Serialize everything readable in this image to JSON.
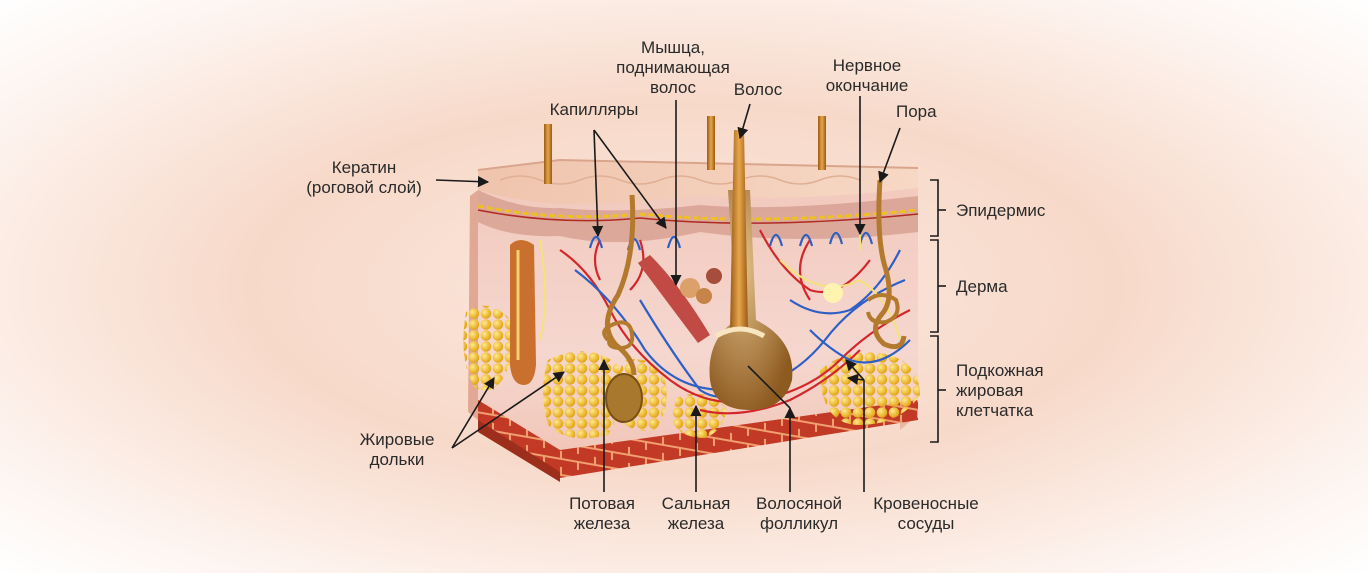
{
  "labels": {
    "keratin": [
      "Кератин",
      "(роговой слой)"
    ],
    "capillaries": [
      "Капилляры"
    ],
    "muscle": [
      "Мышца,",
      "поднимающая",
      "волос"
    ],
    "hair": [
      "Волос"
    ],
    "nerve": [
      "Нервное",
      "окончание"
    ],
    "pore": [
      "Пора"
    ],
    "epidermis": [
      "Эпидермис"
    ],
    "dermis": [
      "Дерма"
    ],
    "subcutaneous": [
      "Подкожная",
      "жировая",
      "клетчатка"
    ],
    "fat_lobules": [
      "Жировые",
      "дольки"
    ],
    "sweat_gland": [
      "Потовая",
      "железа"
    ],
    "sebaceous_gland": [
      "Сальная",
      "железа"
    ],
    "hair_follicle": [
      "Волосяной",
      "фолликул"
    ],
    "blood_vessels": [
      "Кровеносные",
      "сосуды"
    ]
  },
  "colors": {
    "skin_surface": "#f3cfc0",
    "dermis": "#f4d3cc",
    "fat": "#f3b81f",
    "muscle_layer": "#c9432c",
    "hair": "#c8862e",
    "artery": "#d2282b",
    "vein": "#2d5fc4",
    "nerve": "#f4e27a",
    "line": "#1a1a1a"
  }
}
